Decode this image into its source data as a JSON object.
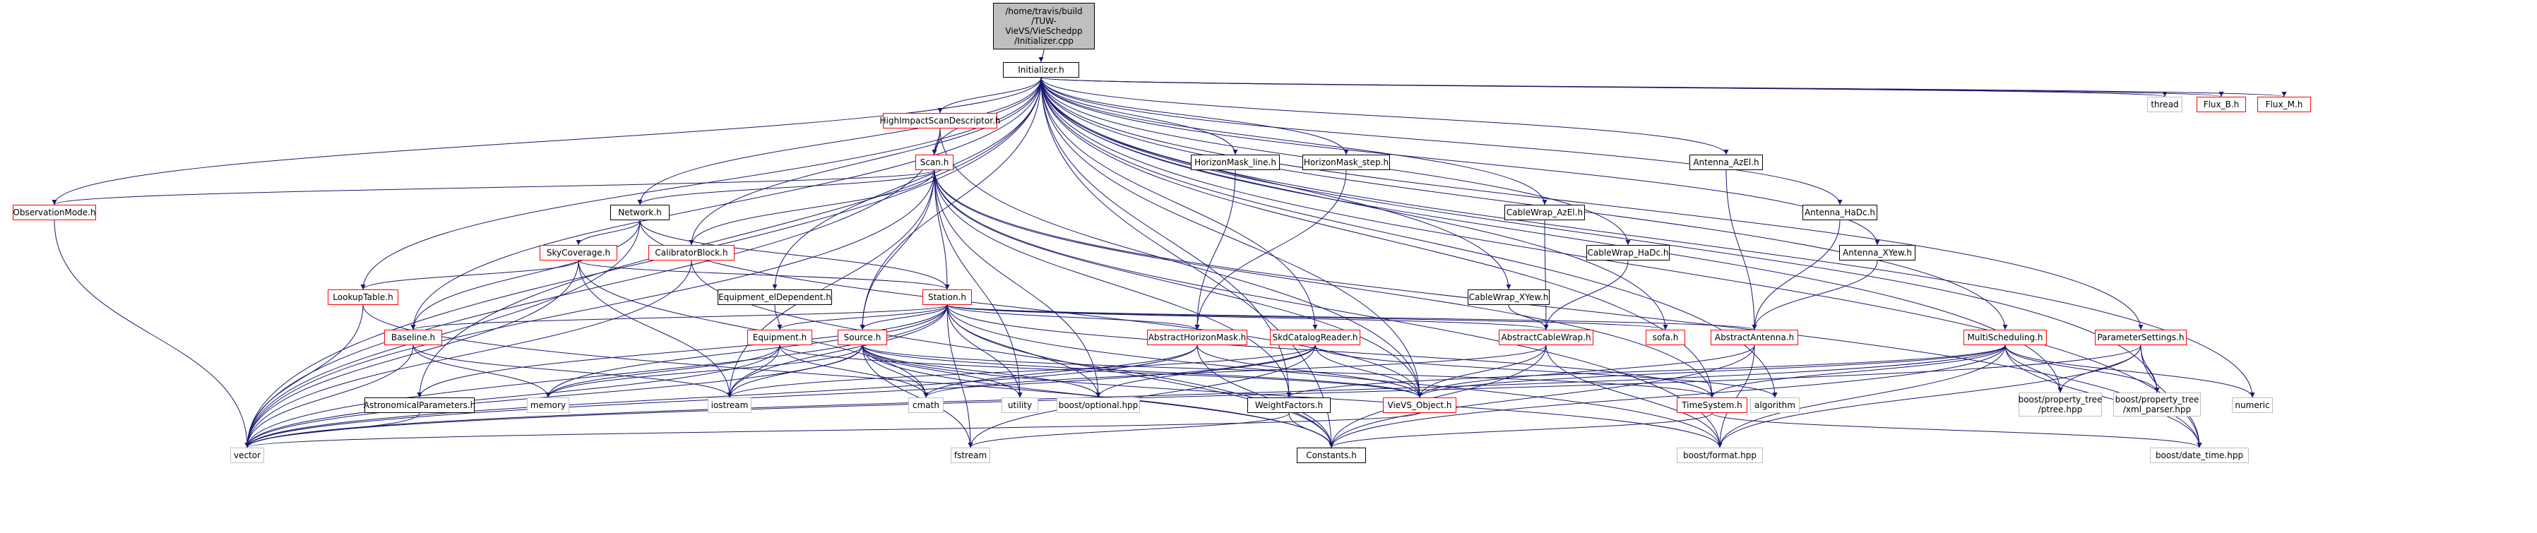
{
  "diagram": {
    "root": {
      "lines": [
        "/home/travis/build",
        "/TUW-VieVS/VieSchedpp",
        "/Initializer.cpp"
      ]
    },
    "colors": {
      "red": "#ff0000",
      "gray": "#bfbfbf",
      "edge": "#191970",
      "root_fill": "#bfbfbf"
    },
    "nodes": [
      {
        "id": "initializer",
        "label": "Initializer.h",
        "style": "black"
      },
      {
        "id": "highimpact",
        "label": "HighImpactScanDescriptor.h",
        "style": "red"
      },
      {
        "id": "scan",
        "label": "Scan.h",
        "style": "red"
      },
      {
        "id": "observationmode",
        "label": "ObservationMode.h",
        "style": "red"
      },
      {
        "id": "network",
        "label": "Network.h",
        "style": "black"
      },
      {
        "id": "skycoverage",
        "label": "SkyCoverage.h",
        "style": "red"
      },
      {
        "id": "calibratorblock",
        "label": "CalibratorBlock.h",
        "style": "red"
      },
      {
        "id": "lookuptable",
        "label": "LookupTable.h",
        "style": "red"
      },
      {
        "id": "equip_eldep",
        "label": "Equipment_elDependent.h",
        "style": "black"
      },
      {
        "id": "station",
        "label": "Station.h",
        "style": "red"
      },
      {
        "id": "equipment",
        "label": "Equipment.h",
        "style": "red"
      },
      {
        "id": "source",
        "label": "Source.h",
        "style": "red"
      },
      {
        "id": "baseline",
        "label": "Baseline.h",
        "style": "red"
      },
      {
        "id": "astroparams",
        "label": "AstronomicalParameters.h",
        "style": "black"
      },
      {
        "id": "horizon_line",
        "label": "HorizonMask_line.h",
        "style": "black"
      },
      {
        "id": "horizon_step",
        "label": "HorizonMask_step.h",
        "style": "black"
      },
      {
        "id": "abs_horizon",
        "label": "AbstractHorizonMask.h",
        "style": "red"
      },
      {
        "id": "skdcatalog",
        "label": "SkdCatalogReader.h",
        "style": "red"
      },
      {
        "id": "cw_azel",
        "label": "CableWrap_AzEl.h",
        "style": "black"
      },
      {
        "id": "cw_hadc",
        "label": "CableWrap_HaDc.h",
        "style": "black"
      },
      {
        "id": "cw_xyew",
        "label": "CableWrap_XYew.h",
        "style": "black"
      },
      {
        "id": "abs_cablewrap",
        "label": "AbstractCableWrap.h",
        "style": "red"
      },
      {
        "id": "sofa",
        "label": "sofa.h",
        "style": "red"
      },
      {
        "id": "ant_azel",
        "label": "Antenna_AzEl.h",
        "style": "black"
      },
      {
        "id": "ant_hadc",
        "label": "Antenna_HaDc.h",
        "style": "black"
      },
      {
        "id": "ant_xyew",
        "label": "Antenna_XYew.h",
        "style": "black"
      },
      {
        "id": "abs_antenna",
        "label": "AbstractAntenna.h",
        "style": "red"
      },
      {
        "id": "multisched",
        "label": "MultiScheduling.h",
        "style": "red"
      },
      {
        "id": "paramsettings",
        "label": "ParameterSettings.h",
        "style": "red"
      },
      {
        "id": "weightfactors",
        "label": "WeightFactors.h",
        "style": "black"
      },
      {
        "id": "timesystem",
        "label": "TimeSystem.h",
        "style": "red"
      },
      {
        "id": "vievs_object",
        "label": "VieVS_Object.h",
        "style": "red"
      },
      {
        "id": "constants",
        "label": "Constants.h",
        "style": "black"
      },
      {
        "id": "thread",
        "label": "thread",
        "style": "gray"
      },
      {
        "id": "flux_b",
        "label": "Flux_B.h",
        "style": "red"
      },
      {
        "id": "flux_m",
        "label": "Flux_M.h",
        "style": "red"
      },
      {
        "id": "vector",
        "label": "vector",
        "style": "gray"
      },
      {
        "id": "memory",
        "label": "memory",
        "style": "gray"
      },
      {
        "id": "iostream",
        "label": "iostream",
        "style": "gray"
      },
      {
        "id": "cmath",
        "label": "cmath",
        "style": "gray"
      },
      {
        "id": "utility",
        "label": "utility",
        "style": "gray"
      },
      {
        "id": "boost_optional",
        "label": "boost/optional.hpp",
        "style": "gray"
      },
      {
        "id": "algorithm",
        "label": "algorithm",
        "style": "gray"
      },
      {
        "id": "fstream",
        "label": "fstream",
        "style": "gray"
      },
      {
        "id": "boost_format",
        "label": "boost/format.hpp",
        "style": "gray"
      },
      {
        "id": "boost_ptree",
        "label": "boost/property_tree\n/ptree.hpp",
        "style": "gray"
      },
      {
        "id": "boost_xml",
        "label": "boost/property_tree\n/xml_parser.hpp",
        "style": "gray"
      },
      {
        "id": "numeric",
        "label": "numeric",
        "style": "gray"
      },
      {
        "id": "boost_datetime",
        "label": "boost/date_time.hpp",
        "style": "gray"
      }
    ]
  }
}
